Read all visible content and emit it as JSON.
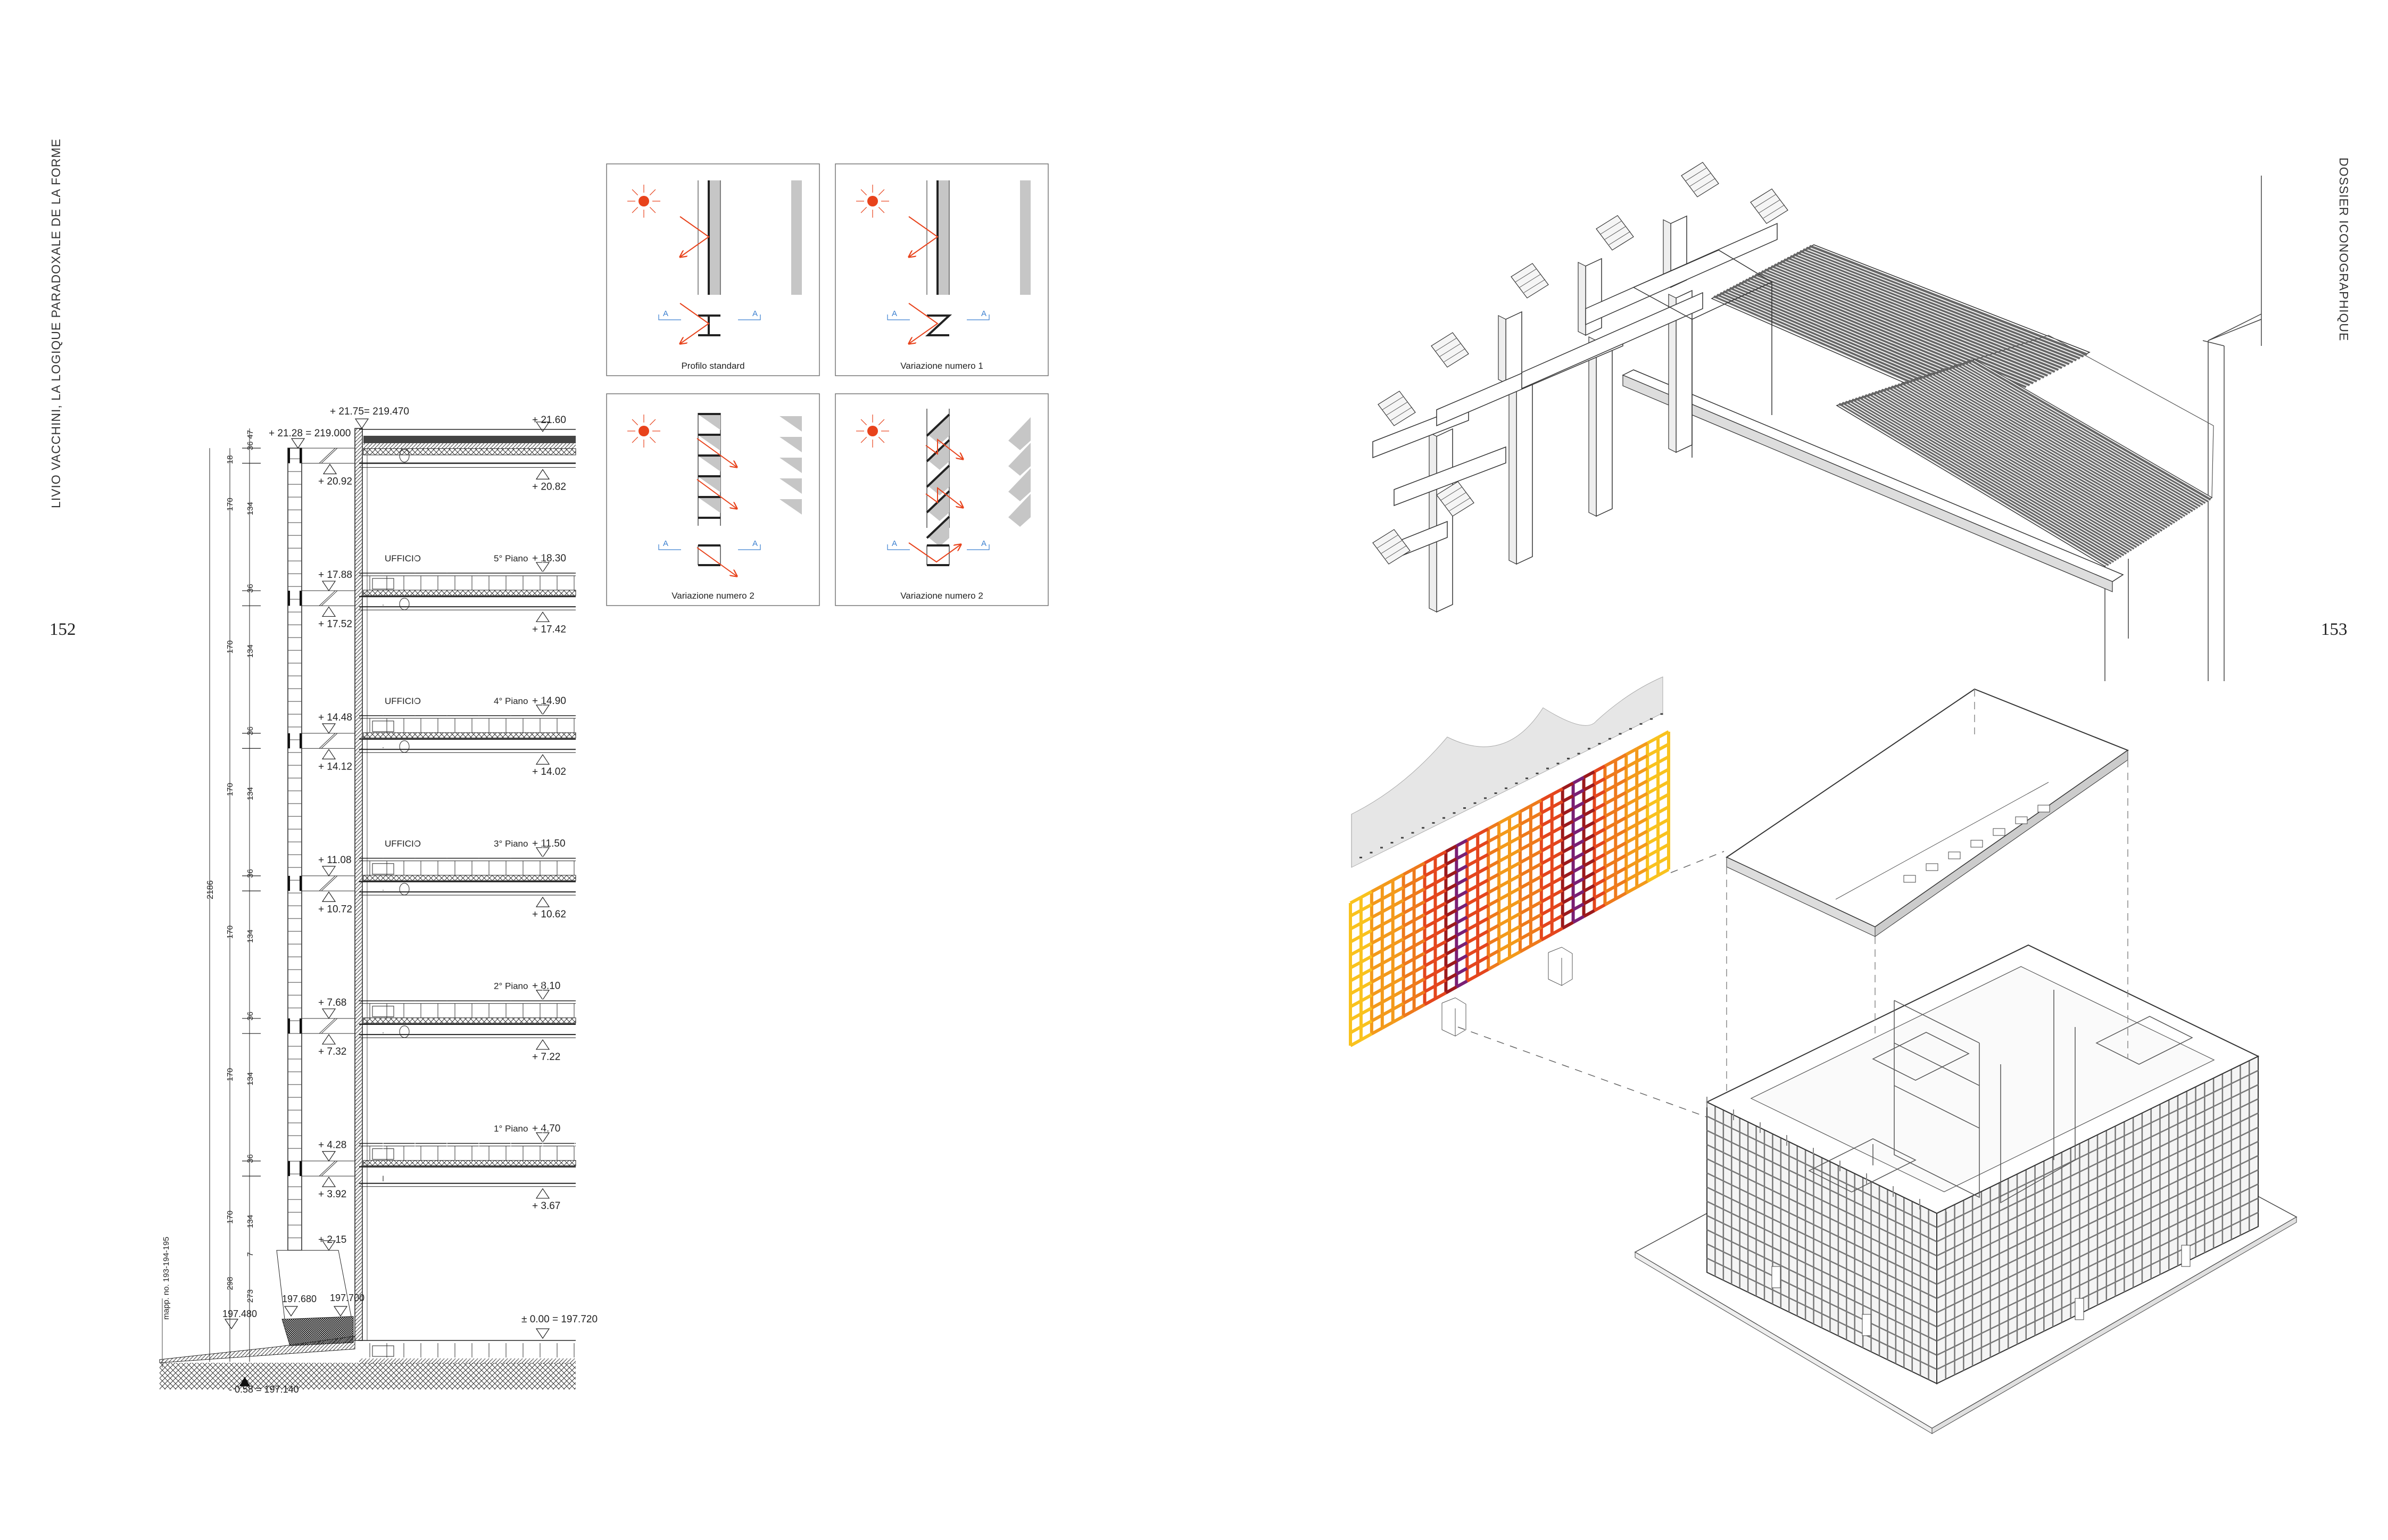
{
  "left_page": {
    "running_head": "LIVIO VACCHINI, LA LOGIQUE PARADOXALE DE LA FORME",
    "page_number": "152"
  },
  "right_page": {
    "running_head": "DOSSIER ICONOGRAPHIQUE",
    "page_number": "153"
  },
  "section": {
    "roof": {
      "parapet": "+ 21.75= 219.470",
      "level": "+ 21.60",
      "ceiling": "+ 20.82",
      "beam_top": "+ 21.28 = 219.000",
      "beam_bottom": "+ 20.92"
    },
    "floors": [
      {
        "name": "5° Piano",
        "level": "+ 18.30",
        "room": "UFFICIO",
        "ceiling": "+ 17.42",
        "beam_top": "+ 17.88",
        "beam_bottom": "+ 17.52"
      },
      {
        "name": "4° Piano",
        "level": "+ 14.90",
        "room": "UFFICIO",
        "ceiling": "+ 14.02",
        "beam_top": "+ 14.48",
        "beam_bottom": "+ 14.12"
      },
      {
        "name": "3° Piano",
        "level": "+ 11.50",
        "room": "UFFICIO",
        "ceiling": "+ 10.62",
        "beam_top": "+ 11.08",
        "beam_bottom": "+ 10.72"
      },
      {
        "name": "2° Piano",
        "level": "+ 8.10",
        "room": "",
        "ceiling": "+ 7.22",
        "beam_top": "+ 7.68",
        "beam_bottom": "+ 7.32"
      },
      {
        "name": "1° Piano",
        "level": "+ 4.70",
        "room": "",
        "ceiling": "+ 3.67",
        "beam_top": "+ 4.28",
        "beam_bottom": "+ 3.92"
      }
    ],
    "ground": {
      "level": "± 0.00 = 197.720",
      "column_base": "+ 2.15",
      "spot_a": "197.480",
      "spot_b": "197.680",
      "spot_c": "197.700",
      "foundation": "- 0.58 = 197.140"
    },
    "dimensions": {
      "total": "2186",
      "top": "47",
      "first": "18",
      "story": "170",
      "band": "36",
      "panel": "134",
      "base_outer": "298",
      "base_inner": "273",
      "base_gap": "7"
    },
    "plot_note": "mapp. no. 193-194-195"
  },
  "panels": [
    {
      "caption": "Profilo standard",
      "type": "I",
      "marker": "A"
    },
    {
      "caption": "Variazione numero 1",
      "type": "Z",
      "marker": "A"
    },
    {
      "caption": "Variazione numero 2",
      "type": "fins",
      "marker": "A"
    },
    {
      "caption": "Variazione numero 2",
      "type": "diagonal",
      "marker": "A"
    }
  ],
  "colors": {
    "sun": "#e8431c",
    "marker": "#3a7fd0",
    "grid_palette": [
      "#f9c21e",
      "#f39a1b",
      "#ee7a1c",
      "#e4461d",
      "#9c1a1c",
      "#7a1f74"
    ]
  }
}
